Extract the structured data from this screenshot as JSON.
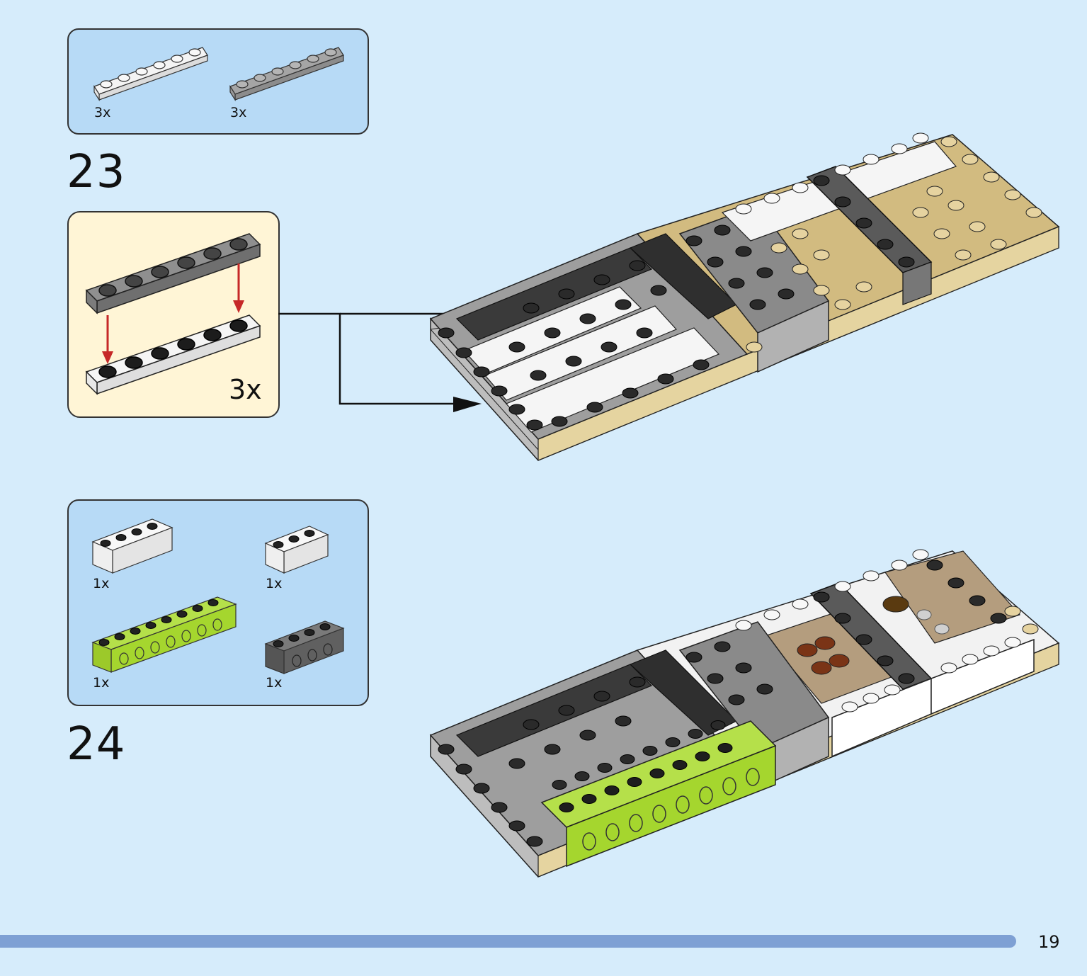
{
  "page": {
    "number": "19",
    "bar_color": "#7ea0d4",
    "background": "#d6ecfb"
  },
  "steps": [
    {
      "number": "23",
      "parts": [
        {
          "name": "white plate 1x6",
          "qty": "3x",
          "color": "#f4f4f4"
        },
        {
          "name": "light gray plate 1x6",
          "qty": "3x",
          "color": "#a5a5a5"
        }
      ],
      "subassembly": {
        "qty": "3x",
        "arrow_color": "#c62828"
      }
    },
    {
      "number": "24",
      "parts": [
        {
          "name": "white brick 1x4",
          "qty": "1x",
          "color": "#f4f4f4"
        },
        {
          "name": "white brick 1x3",
          "qty": "1x",
          "color": "#f4f4f4"
        },
        {
          "name": "lime technic brick 1x8",
          "qty": "1x",
          "color": "#a5d62e"
        },
        {
          "name": "dark gray technic brick 1x4",
          "qty": "1x",
          "color": "#6b6b6b"
        }
      ]
    }
  ]
}
